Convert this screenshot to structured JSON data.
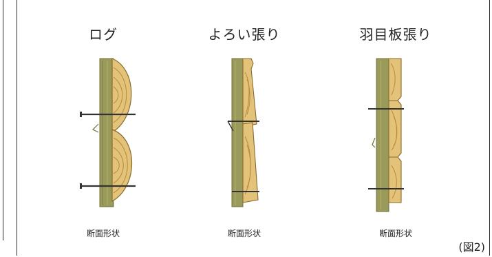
{
  "columns": [
    {
      "title": "ログ",
      "caption": "断面形状"
    },
    {
      "title": "よろい張り",
      "caption": "断面形状"
    },
    {
      "title": "羽目板張り",
      "caption": "断面形状"
    }
  ],
  "figure_label": "(図2)",
  "colors": {
    "post": "#9a9a5a",
    "post_dark": "#6f6f3c",
    "wood": "#e3c27a",
    "wood_light": "#f1dca3",
    "grain": "#b88a3a",
    "nail": "#333333"
  }
}
